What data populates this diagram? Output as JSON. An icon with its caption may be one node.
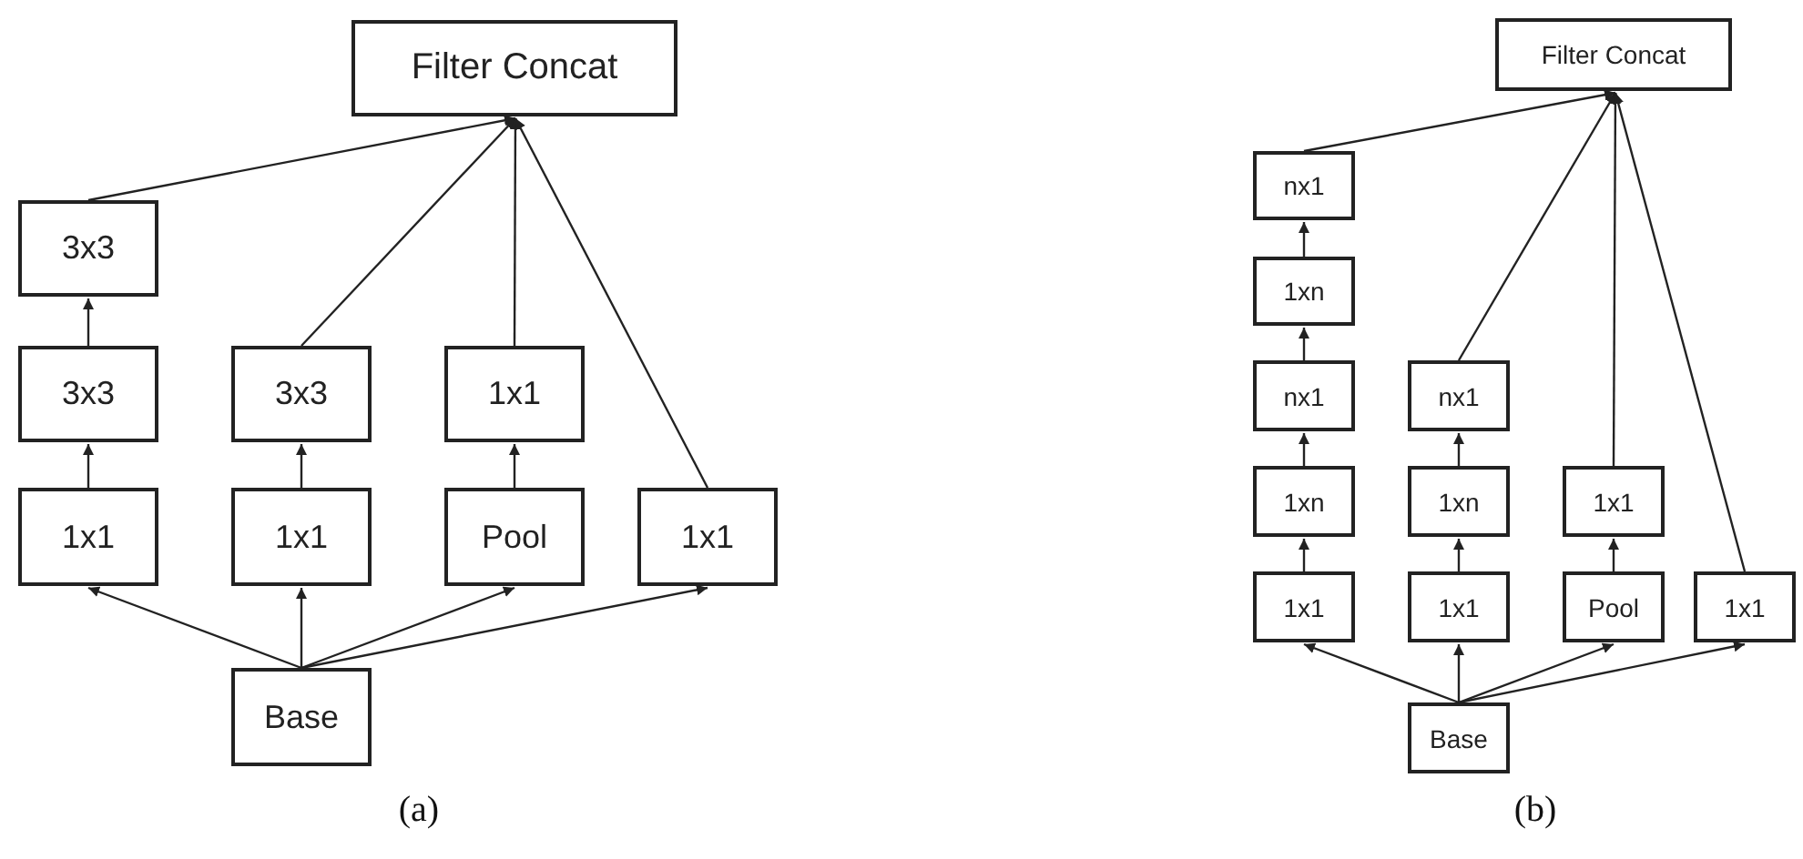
{
  "diagram": {
    "nodes": [
      {
        "text": [
          "Filter Concat"
        ]
      },
      {
        "text": [
          "3x3"
        ]
      },
      {
        "text": [
          "3x3"
        ]
      },
      {
        "text": [
          "3x3"
        ]
      },
      {
        "text": [
          "1x1"
        ]
      },
      {
        "text": [
          "1x1"
        ]
      },
      {
        "text": [
          "1x1"
        ]
      },
      {
        "text": [
          "Pool"
        ]
      },
      {
        "text": [
          "1x1"
        ]
      },
      {
        "text": [
          "Base"
        ]
      },
      {
        "text": [
          "Filter Concat"
        ]
      },
      {
        "text": [
          "nx1"
        ]
      },
      {
        "text": [
          "1xn"
        ]
      },
      {
        "text": [
          "nx1"
        ]
      },
      {
        "text": [
          "nx1"
        ]
      },
      {
        "text": [
          "1xn"
        ]
      },
      {
        "text": [
          "1xn"
        ]
      },
      {
        "text": [
          "1x1"
        ]
      },
      {
        "text": [
          "1x1"
        ]
      },
      {
        "text": [
          "1x1"
        ]
      },
      {
        "text": [
          "Pool"
        ]
      },
      {
        "text": [
          "1x1"
        ]
      },
      {
        "text": [
          "Base"
        ]
      }
    ],
    "edges": [
      {
        "from": 9,
        "to": 5,
        "arrow": "to"
      },
      {
        "from": 9,
        "to": 6,
        "arrow": "to"
      },
      {
        "from": 9,
        "to": 7,
        "arrow": "to"
      },
      {
        "from": 9,
        "to": 8,
        "arrow": "to"
      },
      {
        "from": 5,
        "to": 2,
        "arrow": "to"
      },
      {
        "from": 2,
        "to": 1,
        "arrow": "to"
      },
      {
        "from": 1,
        "to": 0,
        "arrow": "to"
      },
      {
        "from": 6,
        "to": 3,
        "arrow": "to"
      },
      {
        "from": 3,
        "to": 0,
        "arrow": "to"
      },
      {
        "from": 7,
        "to": 4,
        "arrow": "to"
      },
      {
        "from": 4,
        "to": 0,
        "arrow": "to"
      },
      {
        "from": 8,
        "to": 0,
        "arrow": "to"
      },
      {
        "from": 22,
        "to": 18,
        "arrow": "to"
      },
      {
        "from": 22,
        "to": 19,
        "arrow": "to"
      },
      {
        "from": 22,
        "to": 20,
        "arrow": "to"
      },
      {
        "from": 22,
        "to": 21,
        "arrow": "to"
      },
      {
        "from": 18,
        "to": 15,
        "arrow": "to"
      },
      {
        "from": 15,
        "to": 13,
        "arrow": "to"
      },
      {
        "from": 13,
        "to": 12,
        "arrow": "to"
      },
      {
        "from": 12,
        "to": 11,
        "arrow": "to"
      },
      {
        "from": 11,
        "to": 10,
        "arrow": "to"
      },
      {
        "from": 19,
        "to": 16,
        "arrow": "to"
      },
      {
        "from": 16,
        "to": 14,
        "arrow": "to"
      },
      {
        "from": 14,
        "to": 10,
        "arrow": "to"
      },
      {
        "from": 20,
        "to": 17,
        "arrow": "to"
      },
      {
        "from": 17,
        "to": 10,
        "arrow": "to"
      },
      {
        "from": 21,
        "to": 10,
        "arrow": "to"
      }
    ],
    "labels": [
      "(a)",
      "(b)"
    ]
  }
}
